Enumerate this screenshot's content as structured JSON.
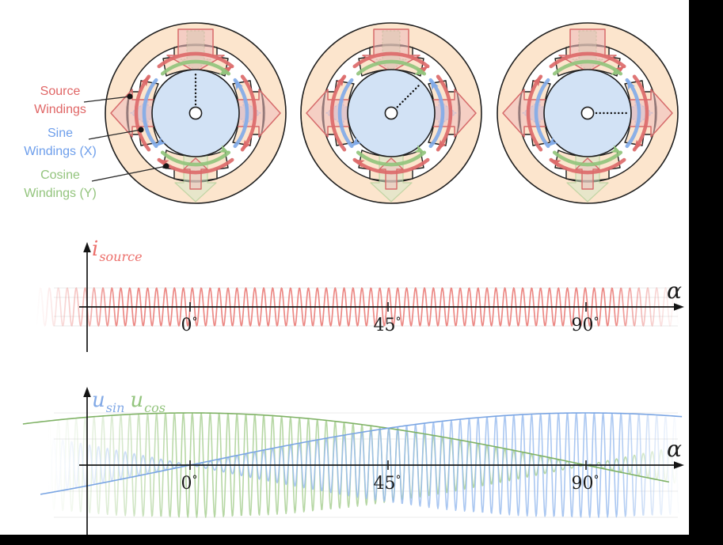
{
  "stage": {
    "background": "#ffffff",
    "frame_background": "#000000"
  },
  "legend": {
    "items": [
      {
        "id": "source-windings",
        "line1": "Source",
        "line2": "Windings",
        "color": "#e06666"
      },
      {
        "id": "sine-windings",
        "line1": "Sine",
        "line2": "Windings (X)",
        "color": "#6d9eeb"
      },
      {
        "id": "cosine-windings",
        "line1": "Cosine",
        "line2": "Windings (Y)",
        "color": "#93c47d"
      }
    ]
  },
  "resolvers": {
    "rotor_angles_deg": [
      0,
      45,
      90
    ],
    "stator_color": "#fce5cd",
    "rotor_color": "#d2e2f5",
    "source_color": "#dc6a6a",
    "sine_color": "#82abe8",
    "cosine_color": "#93c47d"
  },
  "chart_data": [
    {
      "id": "source-current-plot",
      "type": "line",
      "ylabels": [
        {
          "main": "i",
          "sub": "source",
          "color": "#ec6f6b"
        }
      ],
      "xlabel": "α",
      "x_ticks": [
        {
          "deg": 0,
          "label": "0°"
        },
        {
          "deg": 45,
          "label": "45°"
        },
        {
          "deg": 90,
          "label": "90°"
        }
      ],
      "x_range_deg": [
        -35,
        111
      ],
      "grid": true,
      "legend_position": "none",
      "series": [
        {
          "name": "i_source",
          "kind": "am_carrier",
          "envelope": "const",
          "amplitude": 1.0,
          "carrier_period_deg": 2.03,
          "color": "#e97470",
          "edge_fade": true
        }
      ]
    },
    {
      "id": "induced-voltage-plot",
      "type": "line",
      "ylabels": [
        {
          "main": "u",
          "sub": "sin",
          "color": "#82a9e6"
        },
        {
          "main": "u",
          "sub": "cos",
          "color": "#93c47d"
        }
      ],
      "xlabel": "α",
      "x_ticks": [
        {
          "deg": 0,
          "label": "0°"
        },
        {
          "deg": 45,
          "label": "45°"
        },
        {
          "deg": 90,
          "label": "90°"
        }
      ],
      "x_range_deg": [
        -35,
        111
      ],
      "grid": true,
      "legend_position": "none",
      "series": [
        {
          "name": "u_sin",
          "kind": "am_carrier",
          "envelope": "sin",
          "amplitude": 1.0,
          "carrier_period_deg": 2.03,
          "color": "#9bbdee",
          "envelope_color": "#7aa5e3",
          "envelope_x_range_deg": [
            -34,
            112
          ],
          "edge_fade": true
        },
        {
          "name": "u_cos",
          "kind": "am_carrier",
          "envelope": "cos",
          "amplitude": 1.0,
          "carrier_period_deg": 2.03,
          "color": "#a9d094",
          "envelope_color": "#7fb265",
          "envelope_x_range_deg": [
            -38,
            109
          ],
          "edge_fade": true
        }
      ]
    }
  ]
}
